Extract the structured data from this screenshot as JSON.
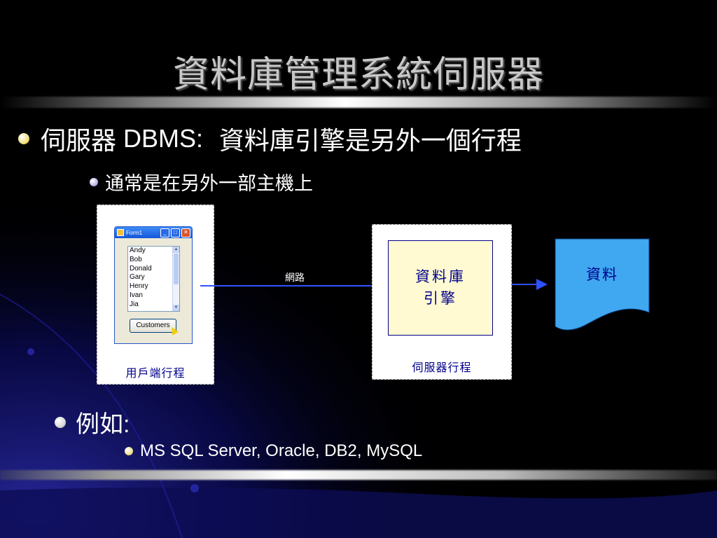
{
  "slide": {
    "title": "資料庫管理系統伺服器",
    "bullet1_cjk_a": "伺服器",
    "bullet1_latin": " DBMS:",
    "bullet1_cjk_b": "  資料庫引擎是另外一個行程",
    "bullet2": "通常是在另外一部主機上",
    "bullet3": "例如:",
    "bullet4": "MS SQL Server, Oracle, DB2, MySQL"
  },
  "diagram": {
    "client_label": "用戶端行程",
    "server_label": "伺服器行程",
    "network_label": "網路",
    "engine_line1": "資料庫",
    "engine_line2": "引擎",
    "data_label": "資料",
    "form": {
      "title": "Form1",
      "list_items": [
        "Andy",
        "Bob",
        "Donald",
        "Gary",
        "Henry",
        "Ivan",
        "Jia"
      ],
      "button_label": "Customers",
      "min_glyph": "_",
      "max_glyph": "□",
      "close_glyph": "✕"
    }
  },
  "colors": {
    "background": "#000000",
    "title": "#c8c8c8",
    "diagram_text": "#00008b",
    "engine_fill": "#fffad2",
    "data_fill": "#3fa8f0"
  },
  "icons": [
    "bullet-dot-icon",
    "window-app-icon",
    "minimize-icon",
    "maximize-icon",
    "close-icon",
    "scroll-up-icon",
    "scroll-down-icon",
    "cursor-icon",
    "arrow-right-icon"
  ]
}
